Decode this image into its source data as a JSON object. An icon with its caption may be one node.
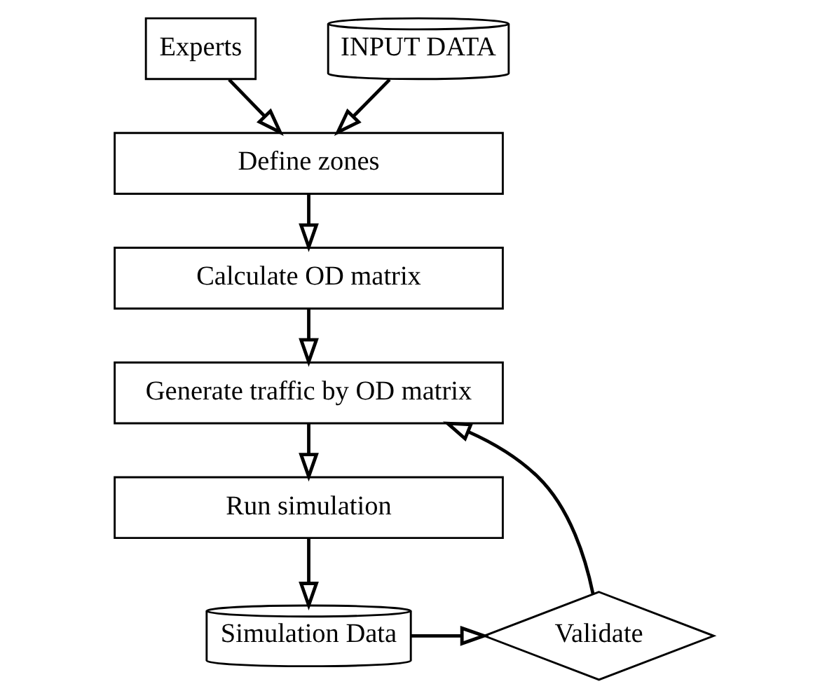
{
  "diagram": {
    "nodes": [
      {
        "text": [
          "Experts"
        ]
      },
      {
        "text": [
          "INPUT DATA"
        ]
      },
      {
        "text": [
          "Define zones"
        ]
      },
      {
        "text": [
          "Calculate OD matrix"
        ]
      },
      {
        "text": [
          "Generate traffic by OD matrix"
        ]
      },
      {
        "text": [
          "Run simulation"
        ]
      },
      {
        "text": [
          "Simulation Data"
        ]
      },
      {
        "text": [
          "Validate"
        ]
      }
    ],
    "edges": [
      {
        "from": 0,
        "to": 2,
        "arrow": "to"
      },
      {
        "from": 1,
        "to": 2,
        "arrow": "to"
      },
      {
        "from": 2,
        "to": 3,
        "arrow": "to"
      },
      {
        "from": 3,
        "to": 4,
        "arrow": "to"
      },
      {
        "from": 4,
        "to": 5,
        "arrow": "to"
      },
      {
        "from": 5,
        "to": 6,
        "arrow": "to"
      },
      {
        "from": 6,
        "to": 7,
        "arrow": "to"
      },
      {
        "from": 7,
        "to": 4,
        "arrow": "to"
      }
    ]
  }
}
